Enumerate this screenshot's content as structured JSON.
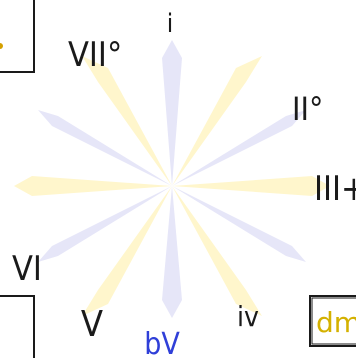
{
  "diagram": {
    "colors": {
      "background": "#ffffff",
      "ink": "#1a1a1a",
      "ray_yellow": "#fff6cc",
      "ray_lavender": "#e6e6f8",
      "blue_label": "#2f3fd8",
      "box_label": "#d4b100"
    },
    "labels": [
      {
        "id": "i",
        "text": "i",
        "color": "ink"
      },
      {
        "id": "vii",
        "text": "VII°",
        "color": "ink"
      },
      {
        "id": "ii",
        "text": "II°",
        "color": "ink"
      },
      {
        "id": "iii",
        "text": "III+",
        "color": "ink"
      },
      {
        "id": "vi",
        "text": "VI",
        "color": "ink"
      },
      {
        "id": "v",
        "text": "V",
        "color": "ink"
      },
      {
        "id": "bv",
        "text": "bV",
        "color": "blue_label"
      },
      {
        "id": "iv",
        "text": "iv",
        "color": "ink"
      }
    ],
    "boxed_labels": [
      {
        "id": "dm",
        "text": "dm",
        "color": "box_label"
      }
    ]
  }
}
